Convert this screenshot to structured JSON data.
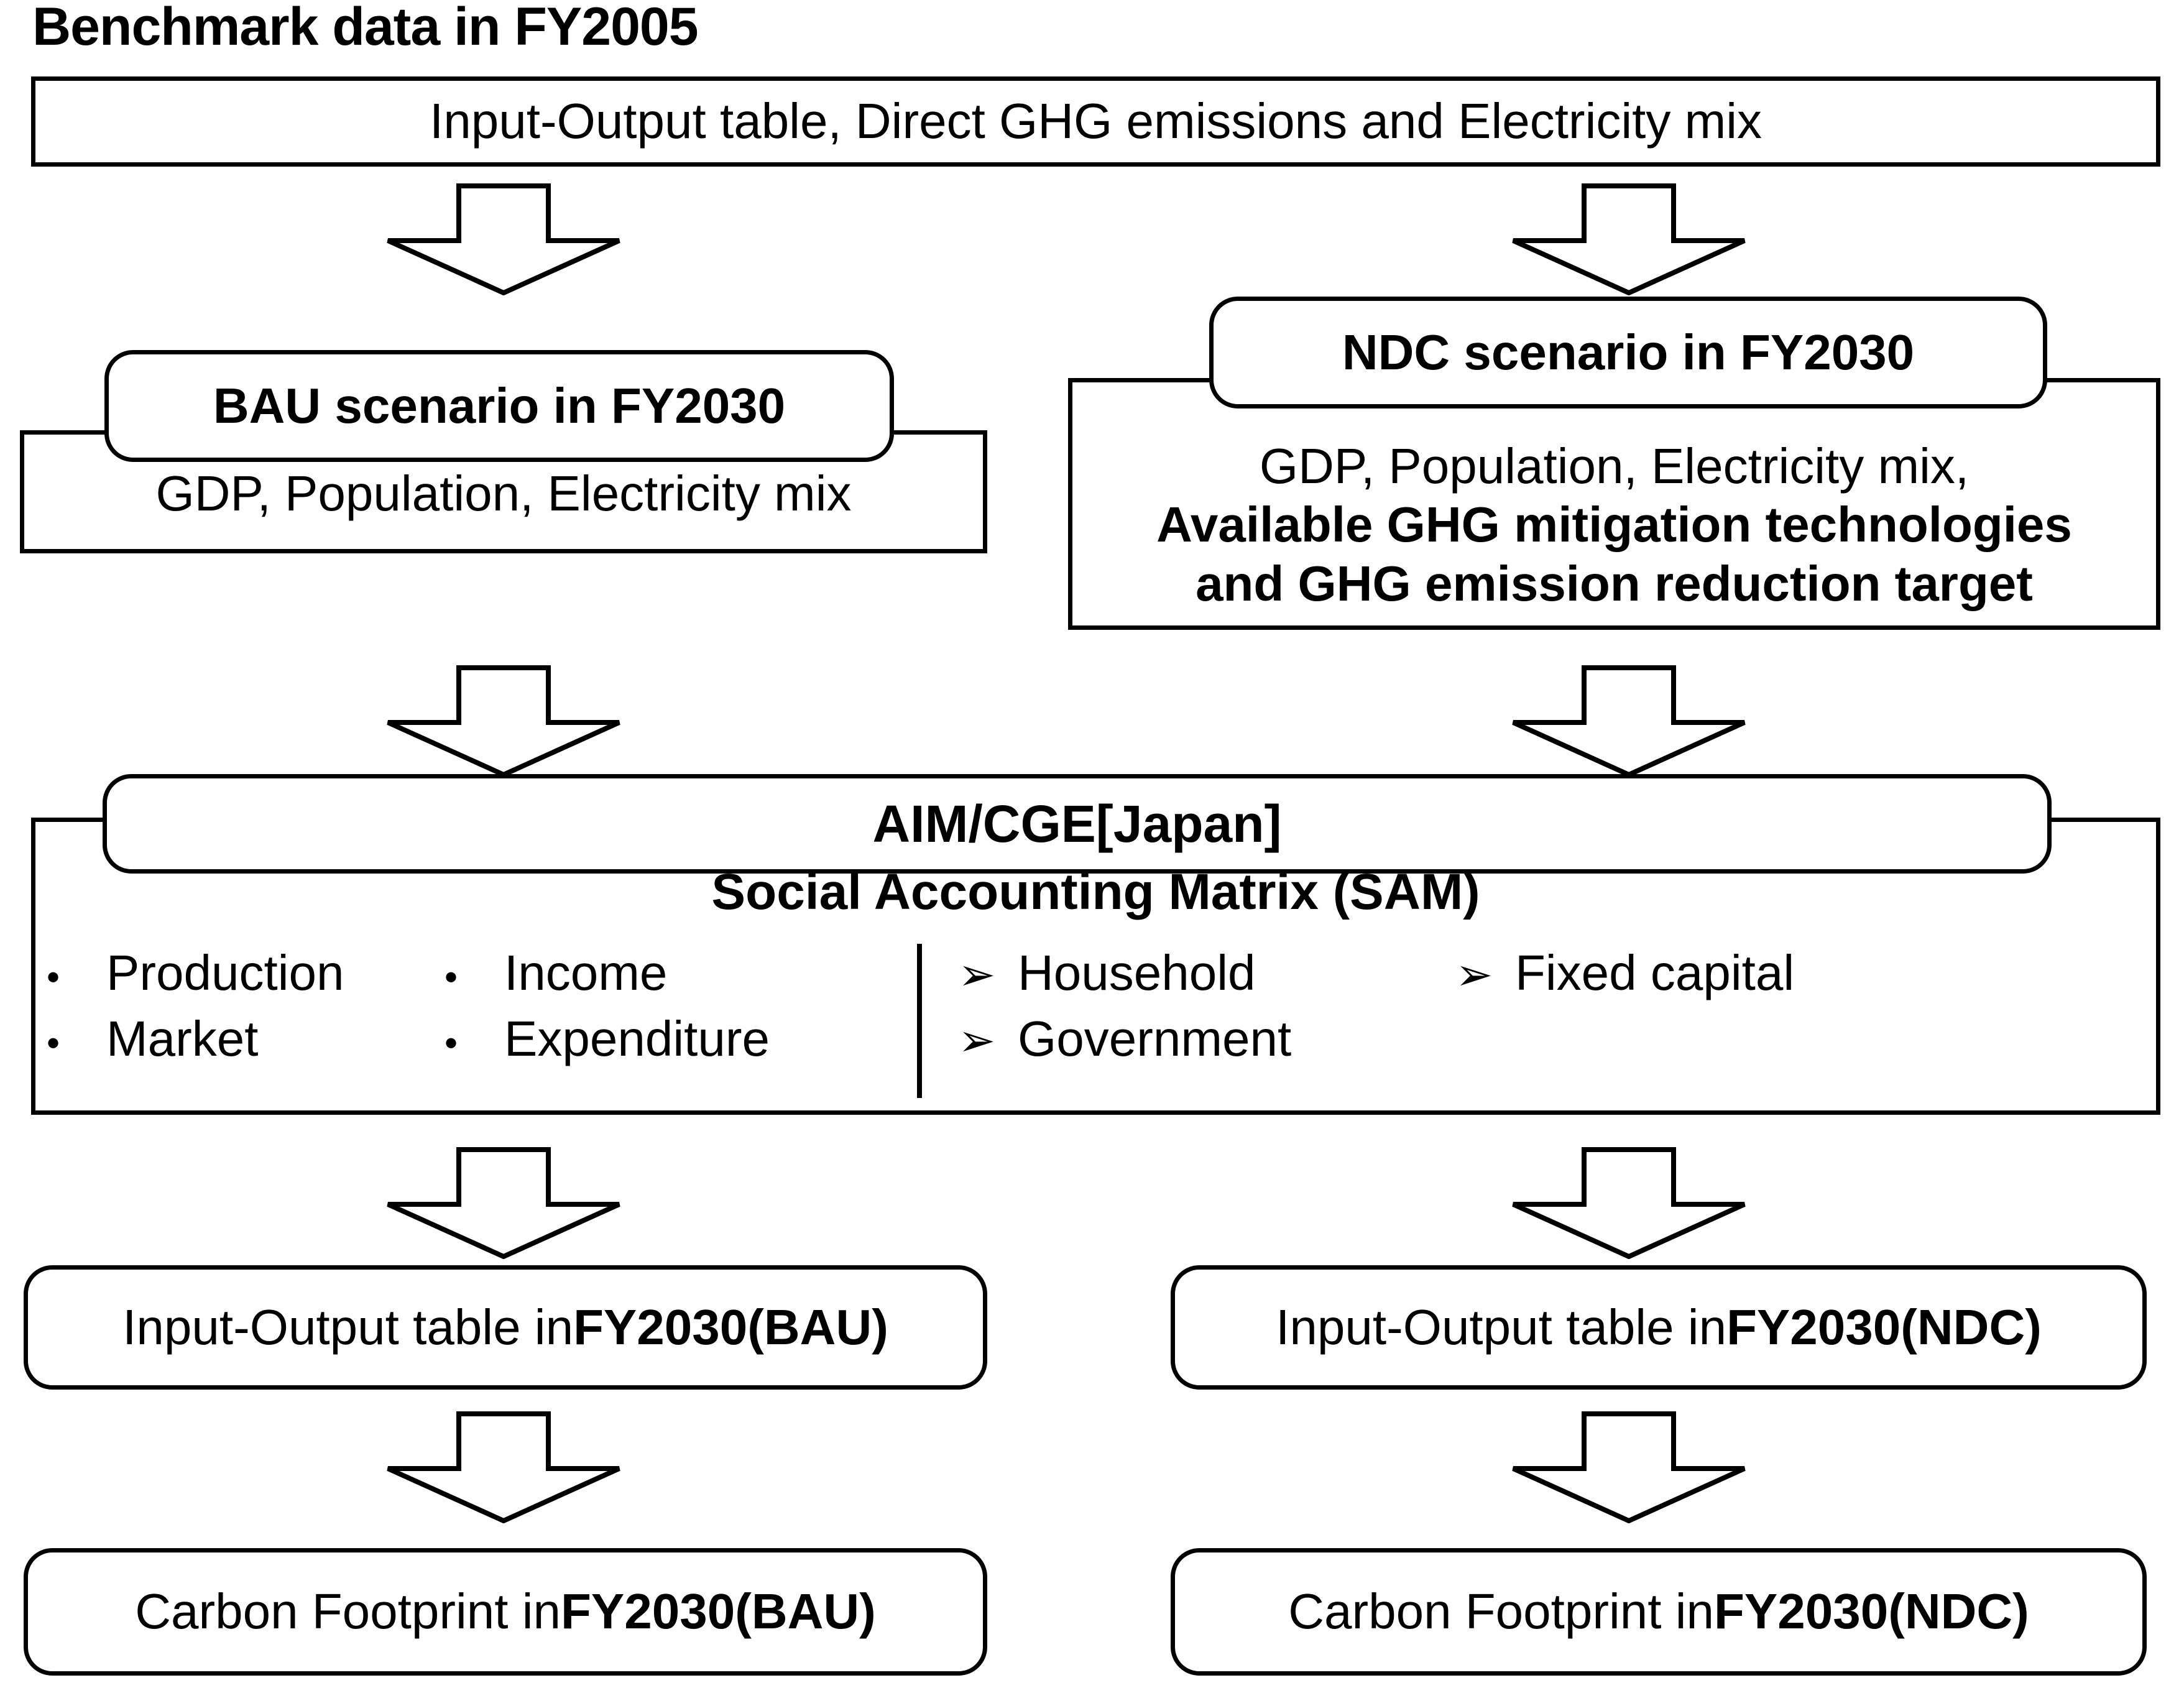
{
  "diagram": {
    "heading": "Benchmark data in FY2005",
    "benchmark_box": {
      "text": "Input-Output table, Direct GHG emissions and Electricity mix"
    },
    "bau_scenario": {
      "title": "BAU scenario in FY2030",
      "line1": "GDP, Population, Electricity mix"
    },
    "ndc_scenario": {
      "title": "NDC scenario in FY2030",
      "line1": "GDP, Population, Electricity mix,",
      "line2_bold": "Available GHG mitigation technologies",
      "line3_bold": "and GHG emission reduction target"
    },
    "model": {
      "title": "AIM/CGE[Japan]",
      "subtitle": "Social Accounting Matrix (SAM)",
      "col1": [
        {
          "marker": "•",
          "label": "Production"
        },
        {
          "marker": "•",
          "label": "Market"
        }
      ],
      "col2": [
        {
          "marker": "•",
          "label": "Income"
        },
        {
          "marker": "•",
          "label": "Expenditure"
        }
      ],
      "col3": [
        {
          "marker": "➢",
          "label": "Household"
        },
        {
          "marker": "➢",
          "label": "Government"
        }
      ],
      "col4": [
        {
          "marker": "➢",
          "label": "Fixed capital"
        }
      ]
    },
    "outputs": {
      "io_bau": {
        "prefix": "Input-Output table in ",
        "emphasis": "FY2030(BAU)"
      },
      "io_ndc": {
        "prefix": "Input-Output table in ",
        "emphasis": "FY2030(NDC)"
      },
      "cf_bau": {
        "prefix": "Carbon Footprint in ",
        "emphasis": "FY2030(BAU)"
      },
      "cf_ndc": {
        "prefix": "Carbon Footprint in ",
        "emphasis": "FY2030(NDC)"
      }
    },
    "arrows": {
      "a1_label": "down-arrow-benchmark-to-bau",
      "a2_label": "down-arrow-benchmark-to-ndc",
      "a3_label": "down-arrow-bau-to-model",
      "a4_label": "down-arrow-ndc-to-model",
      "a5_label": "down-arrow-model-to-io-bau",
      "a6_label": "down-arrow-model-to-io-ndc",
      "a7_label": "down-arrow-io-bau-to-cf-bau",
      "a8_label": "down-arrow-io-ndc-to-cf-ndc"
    },
    "colors": {
      "stroke": "#000000",
      "fill": "#FFFFFF",
      "text": "#000000"
    }
  }
}
